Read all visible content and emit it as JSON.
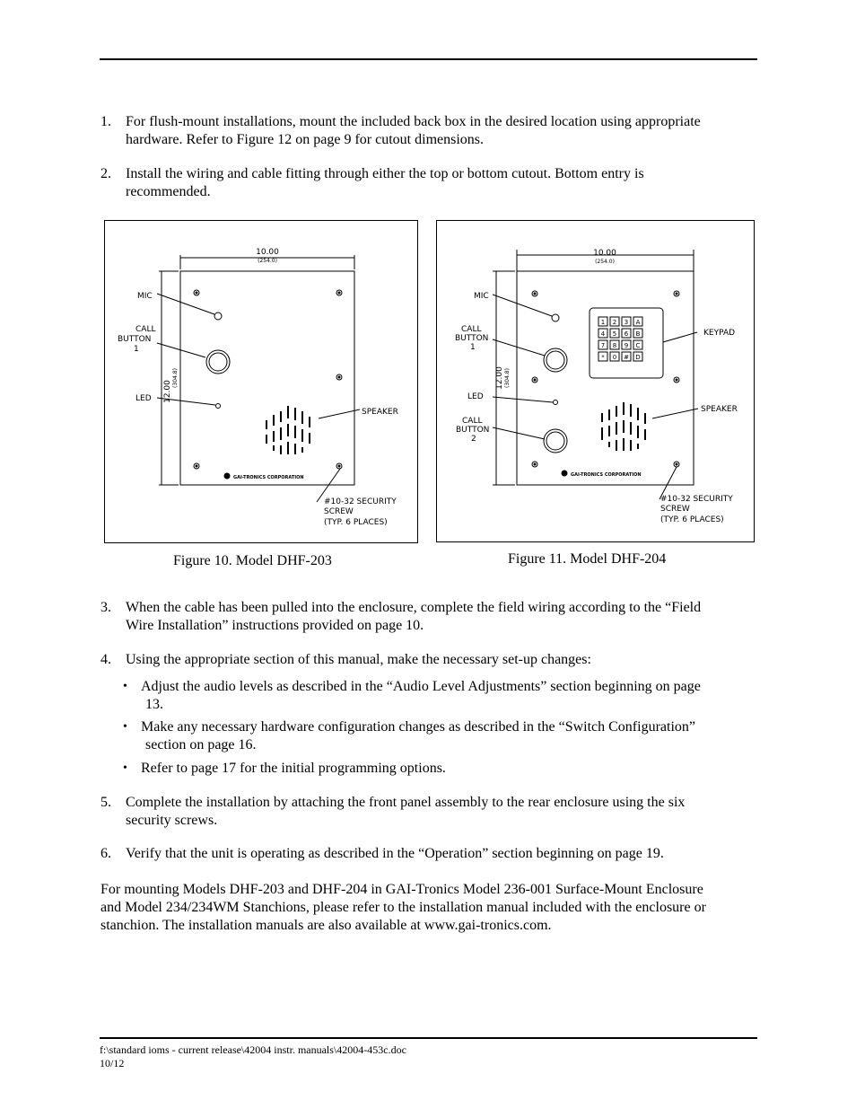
{
  "steps": [
    {
      "num": "1.",
      "lines": [
        "For flush-mount installations, mount the included back box in the desired location using appropriate",
        "hardware.  Refer to Figure 12 on page 9 for cutout dimensions."
      ]
    },
    {
      "num": "2.",
      "lines": [
        "Install the wiring and cable fitting through either the top or bottom cutout.  Bottom entry is",
        "recommended."
      ]
    },
    {
      "num": "3.",
      "lines": [
        "When the cable has been pulled into the enclosure, complete the field wiring according to the “Field",
        "Wire Installation” instructions provided on page 10."
      ]
    },
    {
      "num": "4.",
      "lines": [
        "Using the appropriate section of this manual, make the necessary set-up changes:"
      ]
    },
    {
      "num": "5.",
      "lines": [
        "Complete the installation by attaching the front panel assembly to the rear enclosure using the six",
        "security screws."
      ]
    },
    {
      "num": "6.",
      "lines": [
        "Verify that the unit is operating as described in the “Operation” section beginning on page 19."
      ]
    }
  ],
  "bullets": [
    {
      "lines": [
        "Adjust the audio levels as described in the “Audio Level Adjustments” section beginning on page",
        "13."
      ]
    },
    {
      "lines": [
        "Make any necessary hardware configuration changes as described in the “Switch Configuration”",
        "section on page 16."
      ]
    },
    {
      "lines": [
        "Refer to page 17 for the initial programming options."
      ]
    }
  ],
  "closing_paragraph": [
    "For mounting Models DHF-203 and DHF-204 in GAI-Tronics Model 236-001 Surface-Mount Enclosure",
    "and Model 234/234WM Stanchions, please refer to the installation manual included with the enclosure or",
    "stanchion.  The installation manuals are also available at www.gai-tronics.com."
  ],
  "figures": {
    "fig10": {
      "caption": "Figure 10.  Model DHF-203",
      "width_dim": "10.00",
      "width_dim_mm": "(254.0)",
      "height_dim": "12.00",
      "height_dim_mm": "(304.8)",
      "label_mic": "MIC",
      "label_call_1": "CALL",
      "label_call_2": "BUTTON",
      "label_call_3": "1",
      "label_led": "LED",
      "label_speaker": "SPEAKER",
      "label_screw_1": "#10-32 SECURITY",
      "label_screw_2": "SCREW",
      "label_screw_3": "(TYP. 6 PLACES)",
      "brand": "GAI-TRONICS CORPORATION"
    },
    "fig11": {
      "caption": "Figure 11.  Model DHF-204",
      "width_dim": "10.00",
      "width_dim_mm": "(254.0)",
      "height_dim": "12.00",
      "height_dim_mm": "(304.8)",
      "label_mic": "MIC",
      "label_call1_1": "CALL",
      "label_call1_2": "BUTTON",
      "label_call1_3": "1",
      "label_led": "LED",
      "label_call2_1": "CALL",
      "label_call2_2": "BUTTON",
      "label_call2_3": "2",
      "label_keypad": "KEYPAD",
      "label_speaker": "SPEAKER",
      "label_screw_1": "#10-32 SECURITY",
      "label_screw_2": "SCREW",
      "label_screw_3": "(TYP. 6 PLACES)",
      "brand": "GAI-TRONICS CORPORATION",
      "keys": [
        "1",
        "2",
        "3",
        "A",
        "4",
        "5",
        "6",
        "B",
        "7",
        "8",
        "9",
        "C",
        "*",
        "0",
        "#",
        "D"
      ]
    }
  },
  "footer": {
    "path": "f:\\standard ioms - current release\\42004 instr. manuals\\42004-453c.doc",
    "date": "10/12"
  }
}
